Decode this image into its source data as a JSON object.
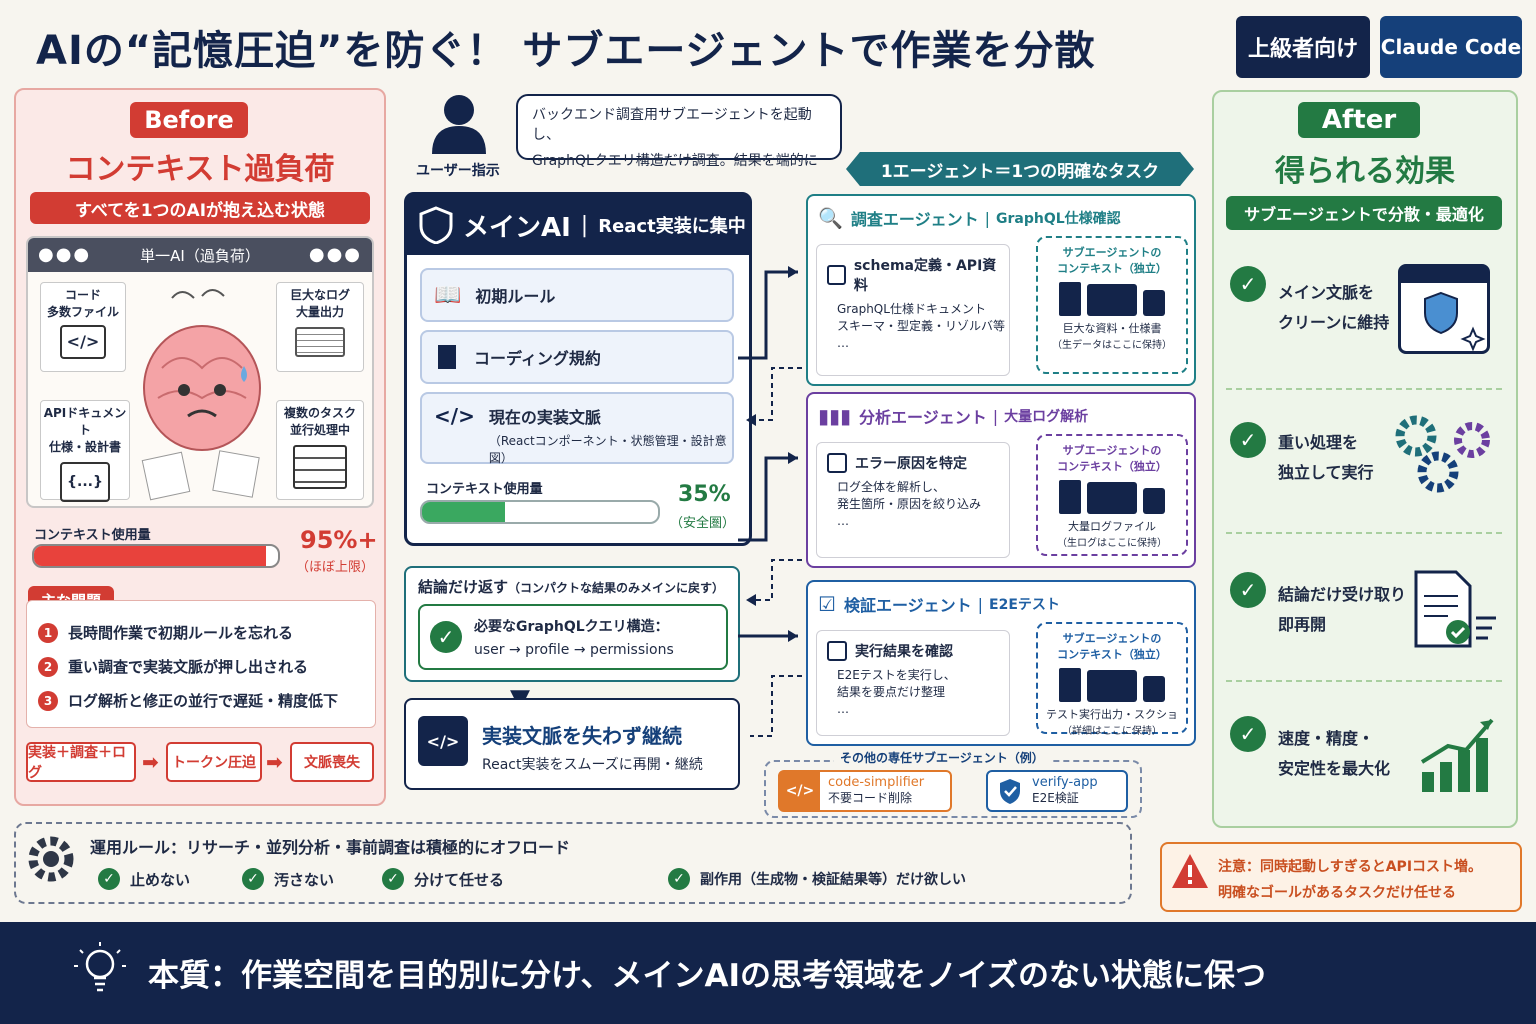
{
  "title": "AIの“記憶圧迫”を防ぐ！ サブエージェントで作業を分散",
  "tags": {
    "level": "上級者向け",
    "product": "Claude Code"
  },
  "before": {
    "badge": "Before",
    "heading": "コンテキスト過負荷",
    "subtitle": "すべてを1つのAIが抱え込む状態",
    "window_title": "単一AI（過負荷）",
    "items": [
      "コード\n多数ファイル",
      "巨大なログ\n大量出力",
      "APIドキュメント\n仕様・設計書",
      "複数のタスク\n並行処理中"
    ],
    "code_glyph": "</>",
    "brace_glyph": "{...}",
    "usage_label": "コンテキスト使用量",
    "usage_value": "95%+",
    "usage_note": "（ほぼ上限）",
    "usage_fraction": 0.95,
    "problems_label": "主な問題",
    "problems": [
      "長時間作業で初期ルールを忘れる",
      "重い調査で実装文脈が押し出される",
      "ログ解析と修正の並行で遅延・精度低下"
    ],
    "flow": [
      "実装＋調査＋ログ",
      "トークン圧迫",
      "文脈喪失"
    ]
  },
  "user": {
    "label": "ユーザー指示",
    "bubble_line1": "バックエンド調査用サブエージェントを起動し、",
    "bubble_line2": "GraphQLクエリ構造だけ調査。結果を端的に"
  },
  "banner": "1エージェント＝1つの明確なタスク",
  "main_ai": {
    "title": "メインAI",
    "subtitle": "React実装に集中",
    "items": [
      "初期ルール",
      "コーディング規約",
      "現在の実装文脈"
    ],
    "item3_sub": "（Reactコンポーネント・状態管理・設計意図）",
    "usage_label": "コンテキスト使用量",
    "usage_value": "35%",
    "usage_note": "（安全圏）",
    "usage_fraction": 0.35
  },
  "result": {
    "title": "結論だけ返す",
    "title_sub": "（コンパクトな結果のみメインに戻す）",
    "line1": "必要なGraphQLクエリ構造：",
    "line2": "user → profile → permissions"
  },
  "continue": {
    "title": "実装文脈を失わず継続",
    "sub": "React実装をスムーズに再開・継続"
  },
  "agents": [
    {
      "title": "調査エージェント",
      "sub": "GraphQL仕様確認",
      "task": "schema定義・API資料",
      "desc": [
        "GraphQL仕様ドキュメント",
        "スキーマ・型定義・リゾルバ等",
        "…"
      ],
      "ctx_title": [
        "サブエージェントの",
        "コンテキスト（独立）"
      ],
      "ctx_caption": [
        "巨大な資料・仕様書",
        "（生データはここに保持）"
      ],
      "color": "#1f7f86"
    },
    {
      "title": "分析エージェント",
      "sub": "大量ログ解析",
      "task": "エラー原因を特定",
      "desc": [
        "ログ全体を解析し、",
        "発生箇所・原因を絞り込み",
        "…"
      ],
      "ctx_title": [
        "サブエージェントの",
        "コンテキスト（独立）"
      ],
      "ctx_caption": [
        "大量ログファイル",
        "（生ログはここに保持）"
      ],
      "color": "#6b3fa0"
    },
    {
      "title": "検証エージェント",
      "sub": "E2Eテスト",
      "task": "実行結果を確認",
      "desc": [
        "E2Eテストを実行し、",
        "結果を要点だけ整理",
        "…"
      ],
      "ctx_title": [
        "サブエージェントの",
        "コンテキスト（独立）"
      ],
      "ctx_caption": [
        "テスト実行出力・スクショ",
        "（詳細はここに保持）"
      ],
      "color": "#1f5fa3"
    }
  ],
  "others": {
    "label": "その他の専任サブエージェント（例）",
    "items": [
      {
        "name": "code-simplifier",
        "desc": "不要コード削除"
      },
      {
        "name": "verify-app",
        "desc": "E2E検証"
      }
    ]
  },
  "after": {
    "badge": "After",
    "heading": "得られる効果",
    "subtitle": "サブエージェントで分散・最適化",
    "benefits": [
      [
        "メイン文脈を",
        "クリーンに維持"
      ],
      [
        "重い処理を",
        "独立して実行"
      ],
      [
        "結論だけ受け取り",
        "即再開"
      ],
      [
        "速度・精度・",
        "安定性を最大化"
      ]
    ]
  },
  "rules": {
    "title": "運用ルール：リサーチ・並列分析・事前調査は積極的にオフロード",
    "items": [
      "止めない",
      "汚さない",
      "分けて任せる",
      "副作用（生成物・検証結果等）だけ欲しい"
    ]
  },
  "warning": {
    "line1": "注意：同時起動しすぎるとAPIコスト増。",
    "line2": "明確なゴールがあるタスクだけ任せる"
  },
  "footer": "本質：作業空間を目的別に分け、メインAIの思考領域をノイズのない状態に保つ"
}
